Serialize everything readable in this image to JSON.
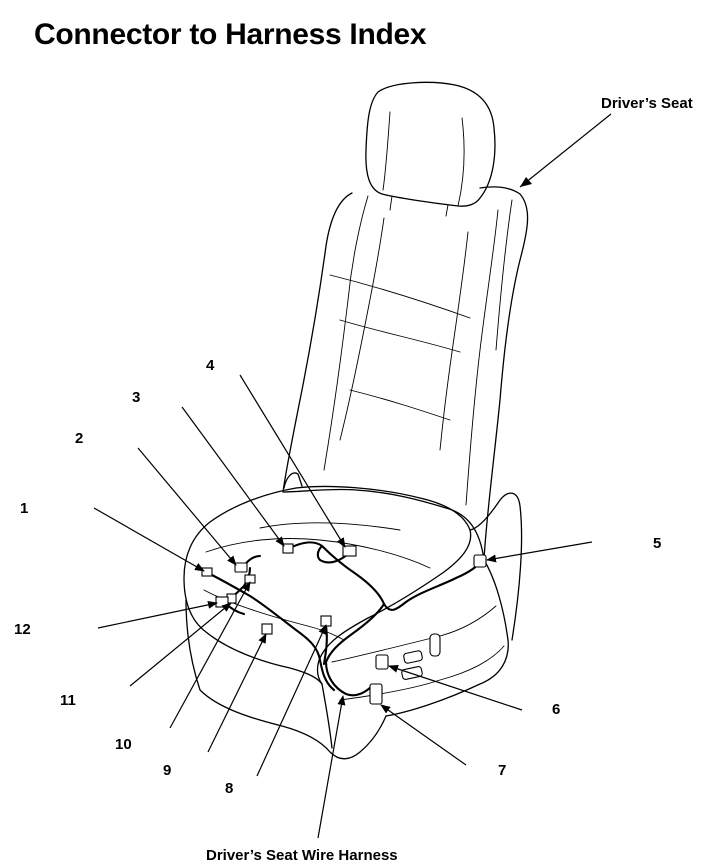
{
  "title": "Connector to Harness Index",
  "labels": {
    "seat": "Driver’s Seat",
    "harness": "Driver’s Seat Wire Harness"
  },
  "connectors": [
    {
      "number": "1"
    },
    {
      "number": "2"
    },
    {
      "number": "3"
    },
    {
      "number": "4"
    },
    {
      "number": "5"
    },
    {
      "number": "6"
    },
    {
      "number": "7"
    },
    {
      "number": "8"
    },
    {
      "number": "9"
    },
    {
      "number": "10"
    },
    {
      "number": "11"
    },
    {
      "number": "12"
    }
  ]
}
